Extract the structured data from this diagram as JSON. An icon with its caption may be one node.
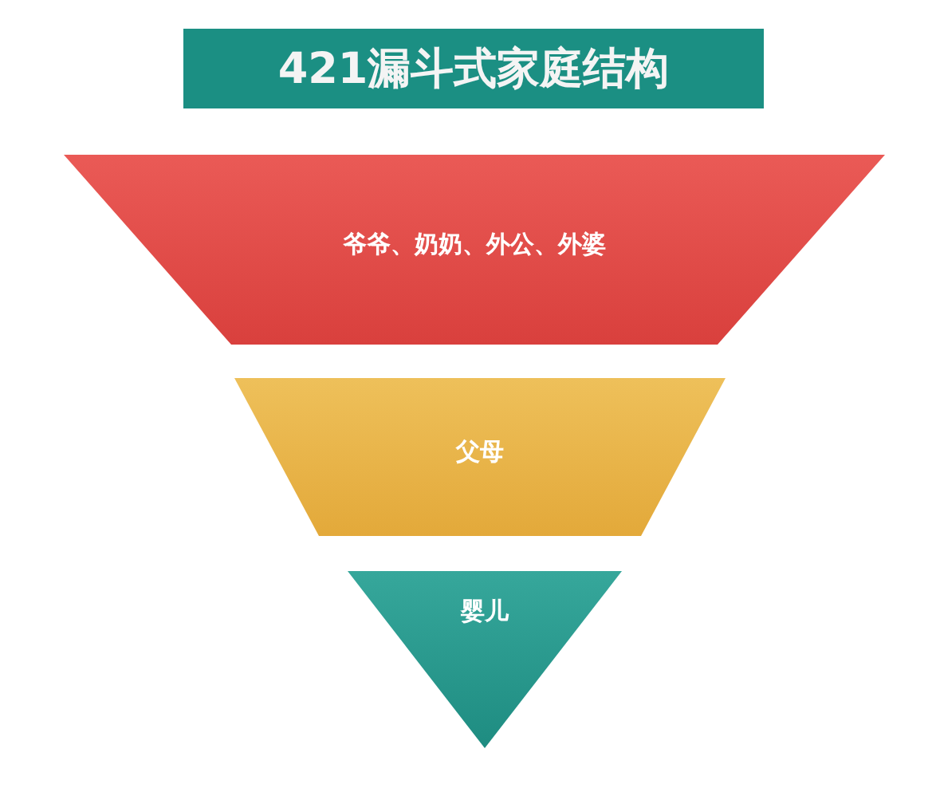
{
  "diagram": {
    "title": "421漏斗式家庭结构",
    "nodes": [
      {
        "text": [
          "爷爷、奶奶、外公、外婆"
        ]
      },
      {
        "text": [
          "父母"
        ]
      },
      {
        "text": [
          "婴儿"
        ]
      }
    ]
  }
}
